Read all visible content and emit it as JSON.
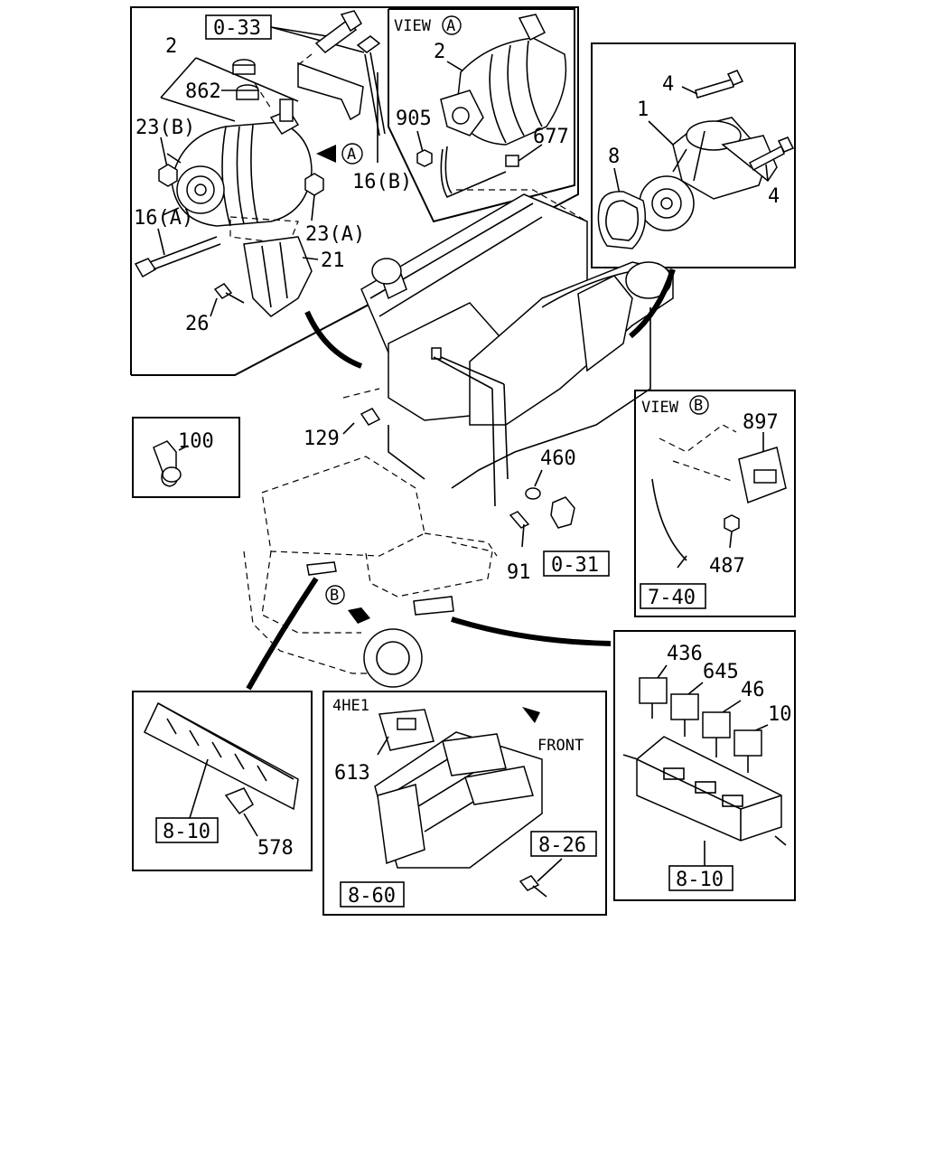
{
  "callouts": {
    "p2a": "2",
    "p862": "862",
    "p23b": "23(B)",
    "p16a": "16(A)",
    "p26": "26",
    "p21": "21",
    "p23a": "23(A)",
    "p16b": "16(B)",
    "p2b": "2",
    "p905": "905",
    "p677": "677",
    "p4a": "4",
    "p1": "1",
    "p8": "8",
    "p4b": "4",
    "p100": "100",
    "p129": "129",
    "p460": "460",
    "p91": "91",
    "p897": "897",
    "p487": "487",
    "p578": "578",
    "p613": "613",
    "p436": "436",
    "p645": "645",
    "p46": "46",
    "p10": "10"
  },
  "refs": {
    "r033": "0-33",
    "r031": "0-31",
    "r740": "7-40",
    "r810a": "8-10",
    "r860": "8-60",
    "r826": "8-26",
    "r810b": "8-10"
  },
  "views": {
    "view_a": "VIEW",
    "view_a_mark": "A",
    "view_b": "VIEW",
    "view_b_mark": "B",
    "arrow_a": "A",
    "arrow_b": "B"
  },
  "notes": {
    "engine": "4HE1",
    "front": "FRONT"
  }
}
